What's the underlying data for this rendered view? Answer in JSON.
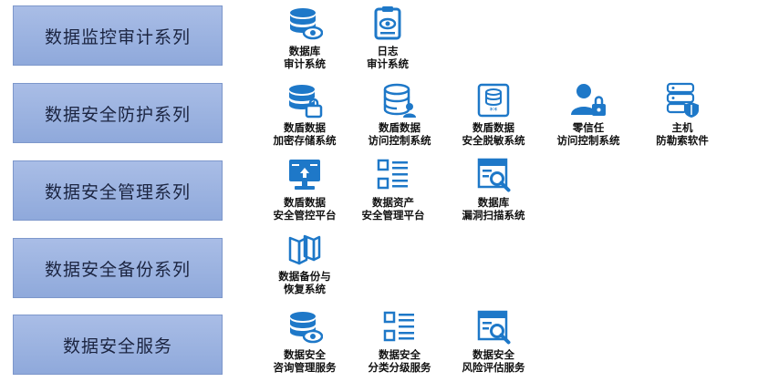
{
  "colors": {
    "accent": "#1e78c8",
    "box_fill": "#9db3e1",
    "box_border": "#7d97cb"
  },
  "rows": [
    {
      "series": "数据监控审计系列",
      "products": [
        {
          "icon": "database-eye-icon",
          "label": "数据库\n审计系统"
        },
        {
          "icon": "log-clipboard-icon",
          "label": "日志\n审计系统"
        }
      ]
    },
    {
      "series": "数据安全防护系列",
      "products": [
        {
          "icon": "database-lock-icon",
          "label": "数盾数据\n加密存储系统"
        },
        {
          "icon": "database-person-icon",
          "label": "数盾数据\n访问控制系统"
        },
        {
          "icon": "database-mask-icon",
          "label": "数盾数据\n安全脱敏系统"
        },
        {
          "icon": "person-lock-icon",
          "label": "零信任\n访问控制系统"
        },
        {
          "icon": "server-shield-icon",
          "label": "主机\n防勒索软件"
        }
      ]
    },
    {
      "series": "数据安全管理系列",
      "products": [
        {
          "icon": "monitor-platform-icon",
          "label": "数盾数据\n安全管控平台"
        },
        {
          "icon": "list-grid-icon",
          "label": "数据资产\n安全管理平台"
        },
        {
          "icon": "scan-search-icon",
          "label": "数据库\n漏洞扫描系统"
        }
      ]
    },
    {
      "series": "数据安全备份系列",
      "products": [
        {
          "icon": "backup-restore-icon",
          "label": "数据备份与\n恢复系统"
        }
      ]
    },
    {
      "series": "数据安全服务",
      "products": [
        {
          "icon": "database-eye-icon",
          "label": "数据安全\n咨询管理服务"
        },
        {
          "icon": "list-grid-icon",
          "label": "数据安全\n分类分级服务"
        },
        {
          "icon": "scan-search-icon",
          "label": "数据安全\n风险评估服务"
        }
      ]
    }
  ]
}
